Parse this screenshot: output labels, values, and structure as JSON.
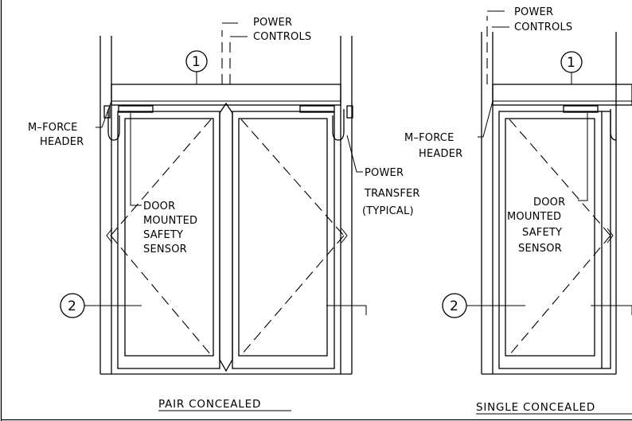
{
  "left_drawing": {
    "power_controls_1": "POWER",
    "power_controls_2": "CONTROLS",
    "callout_1": "1",
    "callout_2": "2",
    "mforce_1": "M–FORCE",
    "mforce_2": "HEADER",
    "sensor_1": "DOOR",
    "sensor_2": "MOUNTED",
    "sensor_3": "SAFETY",
    "sensor_4": "SENSOR",
    "transfer_1": "POWER",
    "transfer_2": "TRANSFER",
    "transfer_3": "(TYPICAL)",
    "title": "PAIR  CONCEALED"
  },
  "right_drawing": {
    "power_controls_1": "POWER",
    "power_controls_2": "CONTROLS",
    "callout_1": "1",
    "callout_2": "2",
    "mforce_1": "M–FORCE",
    "mforce_2": "HEADER",
    "sensor_1": "DOOR",
    "sensor_2": "MOUNTED",
    "sensor_3": "SAFETY",
    "sensor_4": "SENSOR",
    "title": "SINGLE  CONCEALED"
  }
}
